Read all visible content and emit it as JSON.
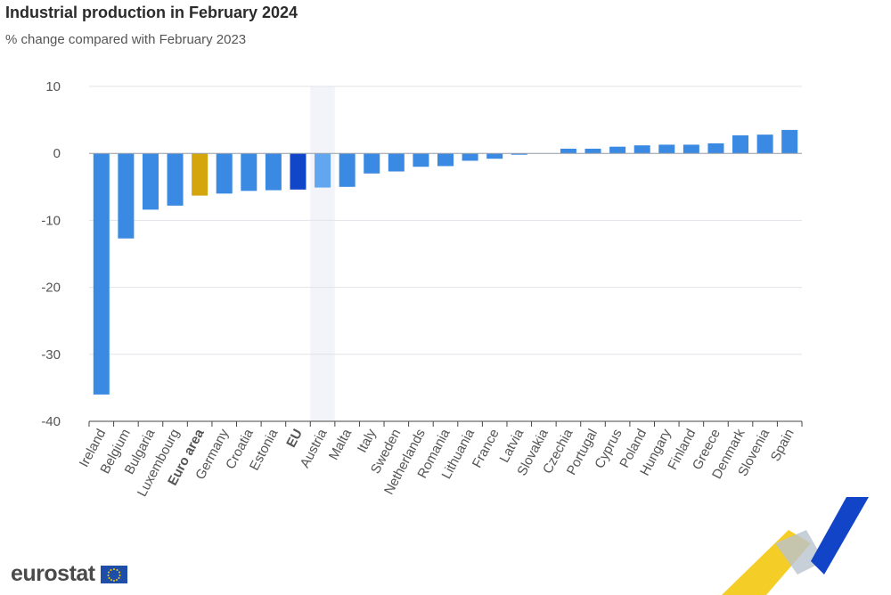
{
  "header": {
    "title": "Industrial production in February 2024",
    "subtitle": "% change compared with February 2023"
  },
  "branding": {
    "logo_text": "eurostat"
  },
  "colors": {
    "bar": "#3a8ae3",
    "euro_area": "#d4a50c",
    "eu": "#1146c9",
    "hovered": "#63a6f0",
    "highlight_band": "#f2f4fa",
    "grid": "#e3e3ea",
    "axis": "#444444"
  },
  "chart_data": {
    "type": "bar",
    "title": "Industrial production in February 2024",
    "subtitle": "% change compared with February 2023",
    "xlabel": "",
    "ylabel": "",
    "ylim": [
      -40,
      10
    ],
    "yticks": [
      10,
      0,
      -10,
      -20,
      -30,
      -40
    ],
    "grid": true,
    "highlighted_category": "Austria",
    "bold_categories": [
      "Euro area",
      "EU"
    ],
    "categories": [
      "Ireland",
      "Belgium",
      "Bulgaria",
      "Luxembourg",
      "Euro area",
      "Germany",
      "Croatia",
      "Estonia",
      "EU",
      "Austria",
      "Malta",
      "Italy",
      "Sweden",
      "Netherlands",
      "Romania",
      "Lithuania",
      "France",
      "Latvia",
      "Slovakia",
      "Czechia",
      "Portugal",
      "Cyprus",
      "Poland",
      "Hungary",
      "Finland",
      "Greece",
      "Denmark",
      "Slovenia",
      "Spain"
    ],
    "values": [
      -36.0,
      -12.7,
      -8.4,
      -7.8,
      -6.3,
      -6.0,
      -5.6,
      -5.5,
      -5.4,
      -5.1,
      -5.0,
      -3.0,
      -2.7,
      -2.0,
      -1.9,
      -1.1,
      -0.8,
      -0.2,
      0.0,
      0.7,
      0.7,
      1.0,
      1.2,
      1.3,
      1.3,
      1.5,
      2.7,
      2.8,
      3.5
    ]
  }
}
